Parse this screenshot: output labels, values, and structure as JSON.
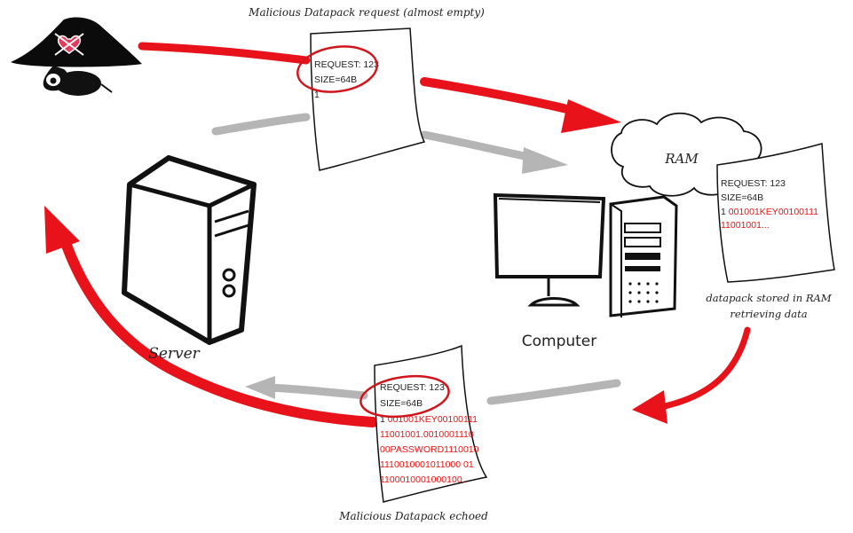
{
  "labels": {
    "top_caption": "Malicious Datapack request (almost empty)",
    "bottom_caption": "Malicious Datapack echoed",
    "ram": "RAM",
    "computer": "Computer",
    "server": "Server",
    "ram_note_line1": "datapack stored in RAM",
    "ram_note_line2": "retrieving data"
  },
  "request_sheet": {
    "line1": "REQUEST: 123",
    "line2": "SIZE=64B",
    "line3": "1"
  },
  "ram_sheet": {
    "line1": "REQUEST: 123",
    "line2": "SIZE=64B",
    "line3_prefix": "1 ",
    "line3_red": "001001KEY00100111",
    "line4_red": "11001001..."
  },
  "echo_sheet": {
    "line1": "REQUEST: 123",
    "line2": "SIZE=64B",
    "line3_prefix": "1 ",
    "line3_red": "001001KEY00100111",
    "line4_red": "11001001.0010001110",
    "line5_red": "00PASSWORD1110010",
    "line6_red": "1110010001011000 01",
    "line7_red": "1100010001000100.."
  },
  "colors": {
    "attack_arrow": "#e8121b",
    "normal_arrow": "#b5b5b5",
    "highlight_ring": "#d0151c",
    "outline": "#111111"
  },
  "icons": [
    "pirate-hat-icon",
    "heart-skull-icon",
    "server-tower-icon",
    "computer-icon",
    "ram-cloud-icon"
  ]
}
